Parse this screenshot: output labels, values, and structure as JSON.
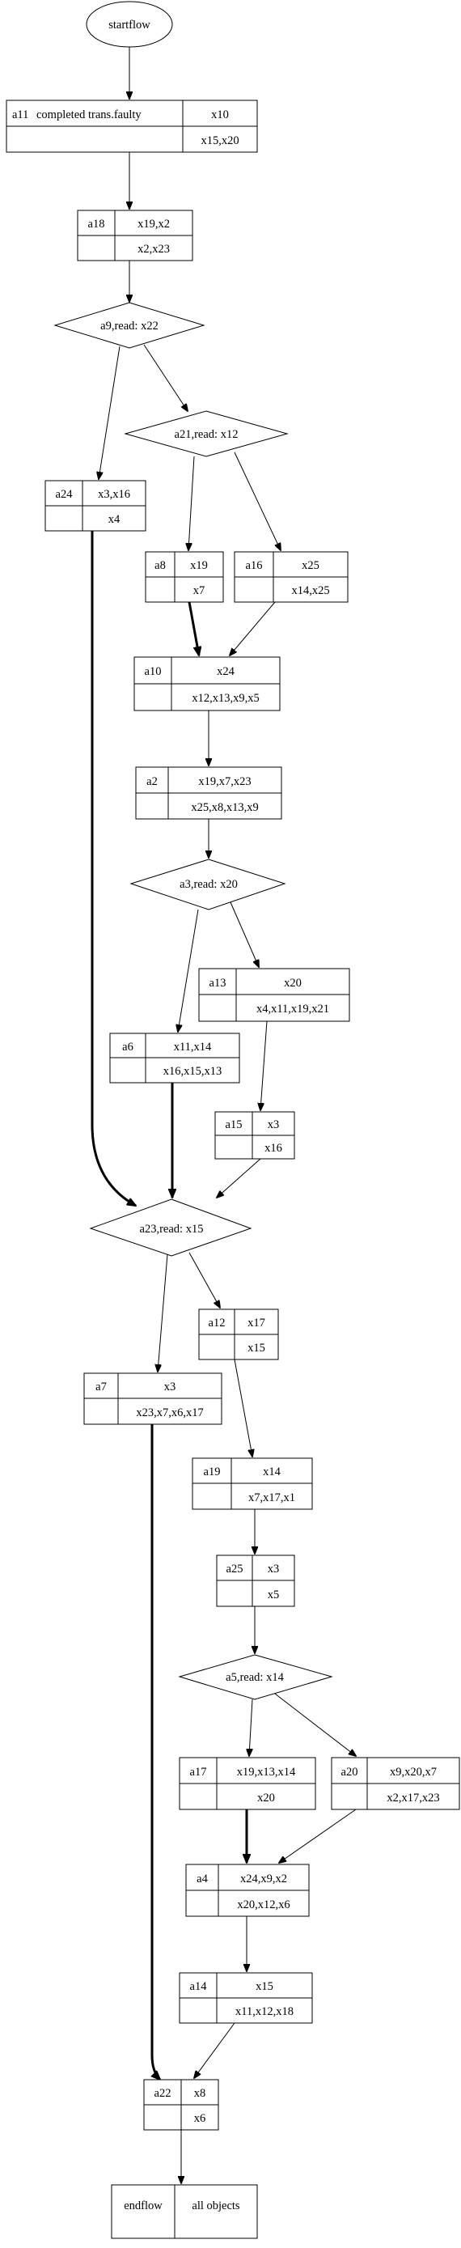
{
  "start": {
    "label": "startflow"
  },
  "end": {
    "id": "endflow",
    "label": "all objects"
  },
  "nodes": {
    "a11": {
      "id": "a11",
      "title": "completed trans.faulty",
      "top": "x10",
      "bottom": "x15,x20"
    },
    "a18": {
      "id": "a18",
      "top": "x19,x2",
      "bottom": "x2,x23"
    },
    "a24": {
      "id": "a24",
      "top": "x3,x16",
      "bottom": "x4"
    },
    "a8": {
      "id": "a8",
      "top": "x19",
      "bottom": "x7"
    },
    "a16": {
      "id": "a16",
      "top": "x25",
      "bottom": "x14,x25"
    },
    "a10": {
      "id": "a10",
      "top": "x24",
      "bottom": "x12,x13,x9,x5"
    },
    "a2": {
      "id": "a2",
      "top": "x19,x7,x23",
      "bottom": "x25,x8,x13,x9"
    },
    "a13": {
      "id": "a13",
      "top": "x20",
      "bottom": "x4,x11,x19,x21"
    },
    "a6": {
      "id": "a6",
      "top": "x11,x14",
      "bottom": "x16,x15,x13"
    },
    "a15": {
      "id": "a15",
      "top": "x3",
      "bottom": "x16"
    },
    "a12": {
      "id": "a12",
      "top": "x17",
      "bottom": "x15"
    },
    "a7": {
      "id": "a7",
      "top": "x3",
      "bottom": "x23,x7,x6,x17"
    },
    "a19": {
      "id": "a19",
      "top": "x14",
      "bottom": "x7,x17,x1"
    },
    "a25": {
      "id": "a25",
      "top": "x3",
      "bottom": "x5"
    },
    "a17": {
      "id": "a17",
      "top": "x19,x13,x14",
      "bottom": "x20"
    },
    "a20": {
      "id": "a20",
      "top": "x9,x20,x7",
      "bottom": "x2,x17,x23"
    },
    "a4": {
      "id": "a4",
      "top": "x24,x9,x2",
      "bottom": "x20,x12,x6"
    },
    "a14": {
      "id": "a14",
      "top": "x15",
      "bottom": "x11,x12,x18"
    },
    "a22": {
      "id": "a22",
      "top": "x8",
      "bottom": "x6"
    }
  },
  "decisions": {
    "a9": {
      "label": "a9,read: x22"
    },
    "a21": {
      "label": "a21,read: x12"
    },
    "a3": {
      "label": "a3,read: x20"
    },
    "a23": {
      "label": "a23,read: x15"
    },
    "a5": {
      "label": "a5,read: x14"
    }
  }
}
